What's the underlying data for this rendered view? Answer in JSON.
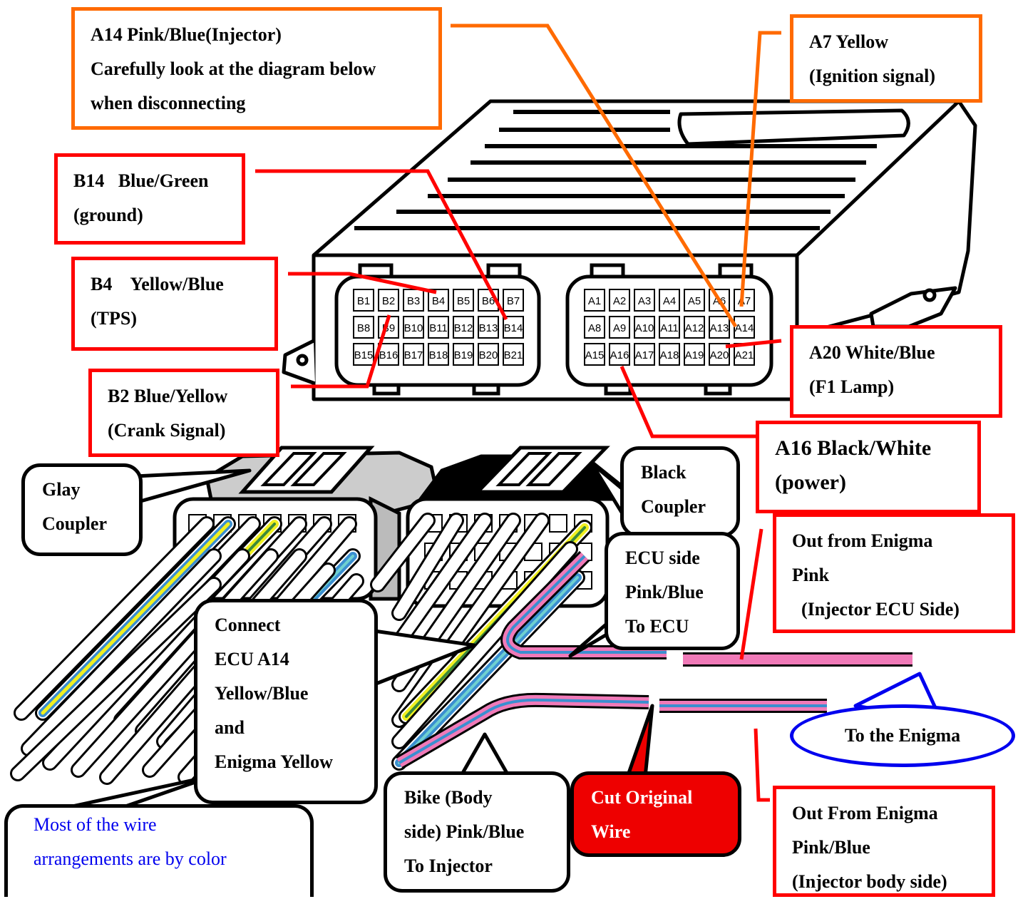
{
  "labels": {
    "a14": [
      "A14 Pink/Blue(Injector)",
      "Carefully look at the diagram below",
      "when disconnecting"
    ],
    "a7": [
      "A7 Yellow",
      "(Ignition signal)"
    ],
    "b14": [
      "B14   Blue/Green",
      "(ground)"
    ],
    "b4": [
      "B4    Yellow/Blue",
      "(TPS)"
    ],
    "b2": [
      "B2 Blue/Yellow",
      "(Crank Signal)"
    ],
    "a20": [
      "A20 White/Blue",
      "(F1 Lamp)"
    ],
    "a16": [
      "A16 Black/White",
      "(power)"
    ],
    "out_pink": [
      "Out from Enigma",
      "Pink",
      "  (Injector ECU Side)"
    ],
    "out_pinkblue": [
      "Out From Enigma",
      "Pink/Blue",
      "(Injector body side)"
    ]
  },
  "bubbles": {
    "glay": [
      "Glay",
      "Coupler"
    ],
    "black": [
      "Black",
      "Coupler"
    ],
    "ecu_side": [
      "ECU side",
      "Pink/Blue",
      "To ECU"
    ],
    "connect": [
      "Connect",
      "ECU A14",
      "Yellow/Blue",
      "and",
      "Enigma Yellow"
    ],
    "bike": [
      "Bike (Body",
      "side) Pink/Blue",
      "To Injector"
    ],
    "cut": [
      "Cut Original",
      "Wire"
    ],
    "to_enigma": "To the Enigma",
    "most": [
      "Most of the wire",
      "arrangements are by color"
    ]
  },
  "connector_b": [
    [
      "B1",
      "B2",
      "B3",
      "B4",
      "B5",
      "B6",
      "B7"
    ],
    [
      "B8",
      "B9",
      "B10",
      "B11",
      "B12",
      "B13",
      "B14"
    ],
    [
      "B15",
      "B16",
      "B17",
      "B18",
      "B19",
      "B20",
      "B21"
    ]
  ],
  "connector_a": [
    [
      "A1",
      "A2",
      "A3",
      "A4",
      "A5",
      "A6",
      "A7"
    ],
    [
      "A8",
      "A9",
      "A10",
      "A11",
      "A12",
      "A13",
      "A14"
    ],
    [
      "A15",
      "A16",
      "A17",
      "A18",
      "A19",
      "A20",
      "A21"
    ]
  ],
  "colors": {
    "red": "#ff0000",
    "orange": "#ff6a00",
    "blue": "#0000ee",
    "pink": "#f07ab8",
    "wire_blue": "#3a8fd0",
    "wire_yellow": "#f0f020",
    "cut_bubble": "#ee0000"
  }
}
